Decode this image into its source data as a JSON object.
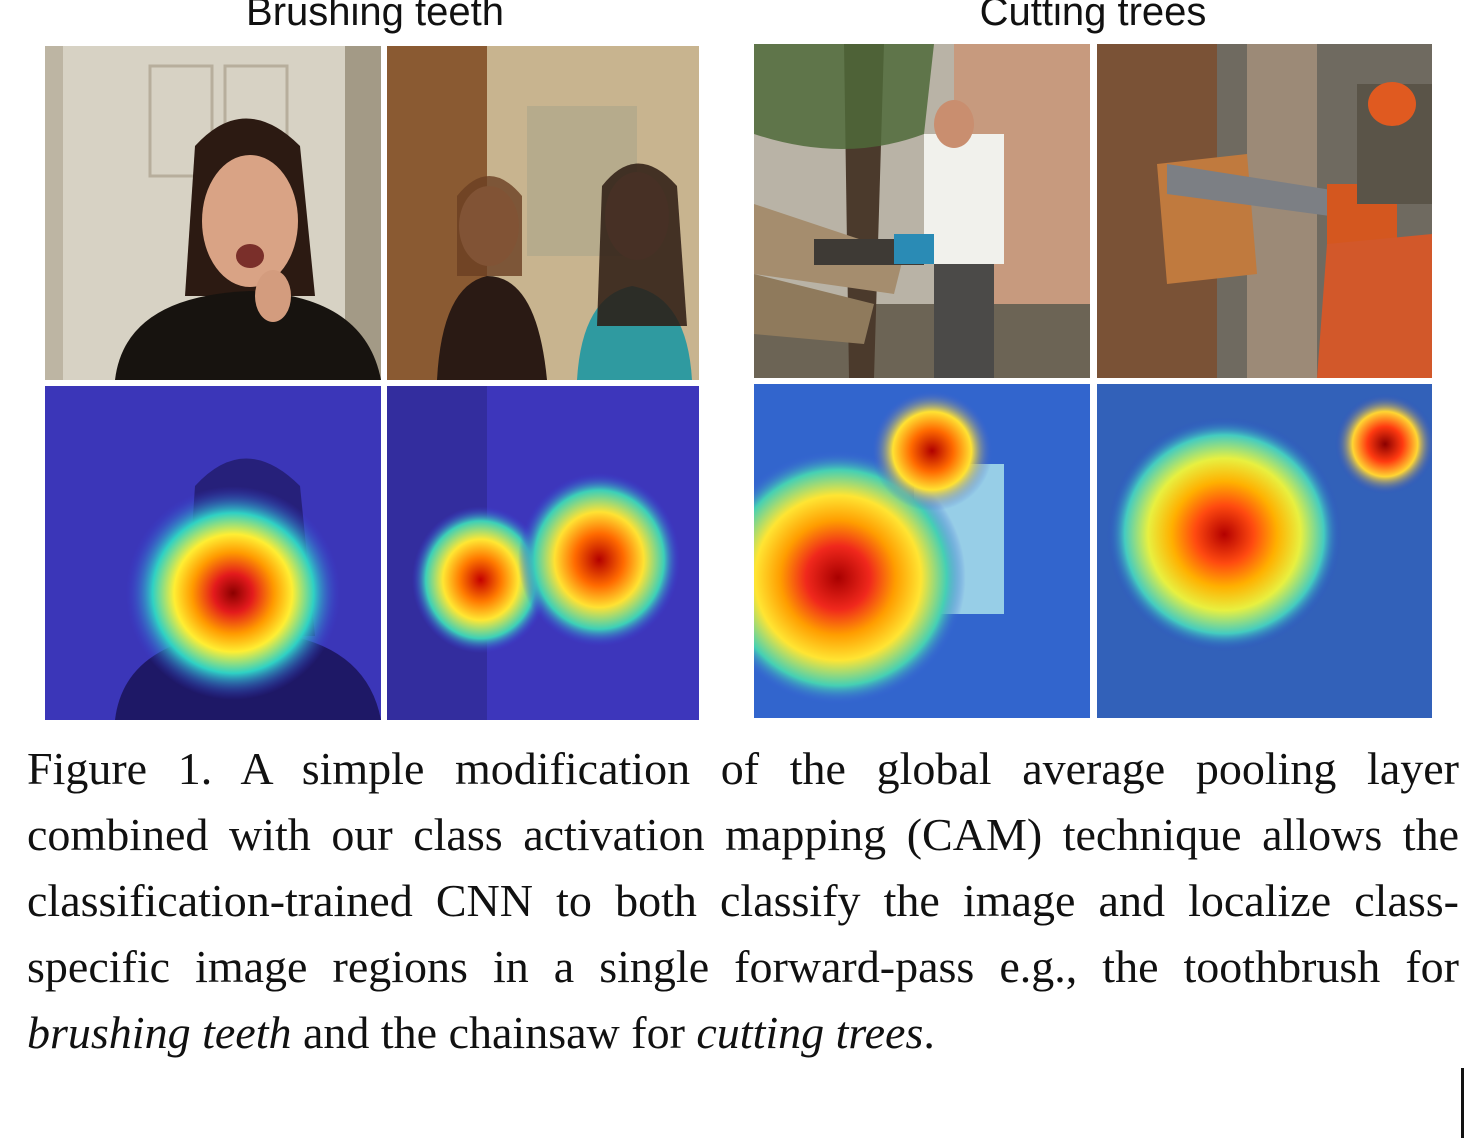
{
  "panels": {
    "left_title": "Brushing teeth",
    "right_title": "Cutting trees"
  },
  "caption": {
    "part1": "Figure 1. A simple modification of the global average pooling layer combined with our class activation mapping (CAM) technique allows the classification-trained CNN to both classify the image and localize class-specific image regions in a single forward-pass e.g., the toothbrush for ",
    "italic1": "brushing teeth",
    "part2": " and the chainsaw for ",
    "italic2": "cutting trees",
    "part3": "."
  }
}
